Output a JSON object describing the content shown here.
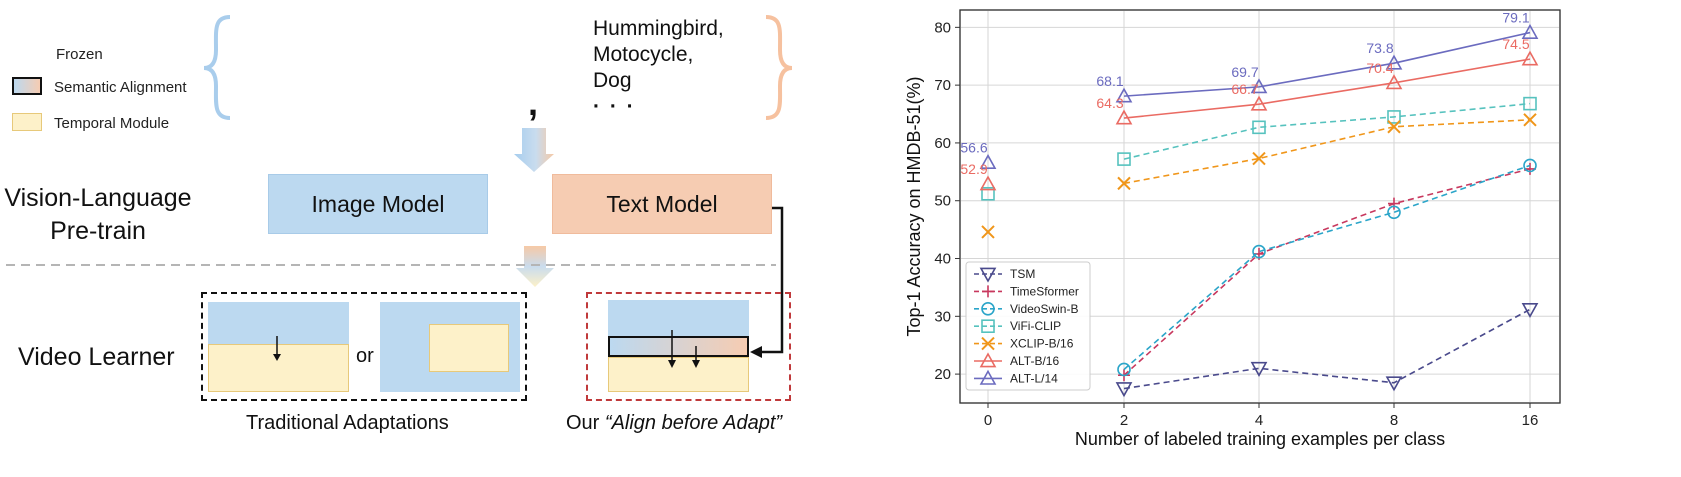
{
  "diagram": {
    "legend": {
      "frozen": "Frozen",
      "semantic_alignment": "Semantic Alignment",
      "temporal_module": "Temporal Module"
    },
    "class_names": [
      "Hummingbird,",
      "Motocycle,",
      "Dog",
      "· · ·"
    ],
    "comma": ",",
    "stage_pretrain": [
      "Vision-Language",
      "Pre-train"
    ],
    "stage_video": "Video Learner",
    "image_model": "Image Model",
    "text_model": "Text Model",
    "or_label": "or",
    "traditional_caption": "Traditional Adaptations",
    "ours_caption_prefix": "Our ",
    "ours_caption_quote": "“Align before Adapt”",
    "colors": {
      "frozen_blue": "#bcd9f0",
      "text_orange": "#f6ccb2",
      "temporal_yellow": "#fdf1c9",
      "red_dash": "#c0393b"
    }
  },
  "chart_data": {
    "type": "line",
    "xlabel": "Number of labeled training examples per class",
    "ylabel": "Top-1 Accuracy on HMDB-51(%)",
    "x_ticks": [
      "0",
      "2",
      "4",
      "8",
      "16"
    ],
    "y_ticks": [
      "20",
      "30",
      "40",
      "50",
      "60",
      "70",
      "80"
    ],
    "ylim": [
      15,
      83
    ],
    "grid": true,
    "legend_position": "bottom-left",
    "series": [
      {
        "name": "TSM",
        "color": "#4a4a8c",
        "marker": "tri-down",
        "dash": true,
        "points": [
          [
            2,
            17.5
          ],
          [
            4,
            21
          ],
          [
            8,
            18.5
          ],
          [
            16,
            31.2
          ]
        ]
      },
      {
        "name": "TimeSformer",
        "color": "#c8385e",
        "marker": "plus",
        "dash": true,
        "points": [
          [
            2,
            19.8
          ],
          [
            4,
            40.8
          ],
          [
            8,
            49.5
          ],
          [
            16,
            55.5
          ]
        ]
      },
      {
        "name": "VideoSwin-B",
        "color": "#2ba5c9",
        "marker": "circle",
        "dash": true,
        "points": [
          [
            2,
            20.8
          ],
          [
            4,
            41.2
          ],
          [
            8,
            48
          ],
          [
            16,
            56.1
          ]
        ]
      },
      {
        "name": "ViFi-CLIP",
        "color": "#56c2be",
        "marker": "square",
        "dash": true,
        "points": [
          [
            0,
            51.2
          ],
          [
            2,
            57.2
          ],
          [
            4,
            62.7
          ],
          [
            8,
            64.5
          ],
          [
            16,
            66.8
          ]
        ]
      },
      {
        "name": "XCLIP-B/16",
        "color": "#f0961a",
        "marker": "x",
        "dash": true,
        "points": [
          [
            0,
            44.6
          ],
          [
            2,
            53
          ],
          [
            4,
            57.3
          ],
          [
            8,
            62.8
          ],
          [
            16,
            64
          ]
        ]
      },
      {
        "name": "ALT-B/16",
        "color": "#ea6b63",
        "marker": "tri-up",
        "dash": false,
        "points": [
          [
            0,
            52.9
          ],
          [
            2,
            64.3
          ],
          [
            4,
            66.7
          ],
          [
            8,
            70.4
          ],
          [
            16,
            74.5
          ]
        ]
      },
      {
        "name": "ALT-L/14",
        "color": "#6b6bbf",
        "marker": "tri-up",
        "dash": false,
        "points": [
          [
            0,
            56.6
          ],
          [
            2,
            68.1
          ],
          [
            4,
            69.7
          ],
          [
            8,
            73.8
          ],
          [
            16,
            79.1
          ]
        ]
      }
    ],
    "annotations": [
      {
        "text": "56.6",
        "x": 0,
        "y": 56.6,
        "series": "ALT-L/14"
      },
      {
        "text": "52.9",
        "x": 0,
        "y": 52.9,
        "series": "ALT-B/16"
      },
      {
        "text": "68.1",
        "x": 2,
        "y": 68.1,
        "series": "ALT-L/14"
      },
      {
        "text": "64.3",
        "x": 2,
        "y": 64.3,
        "series": "ALT-B/16"
      },
      {
        "text": "69.7",
        "x": 4,
        "y": 69.7,
        "series": "ALT-L/14"
      },
      {
        "text": "66.7",
        "x": 4,
        "y": 66.7,
        "series": "ALT-B/16"
      },
      {
        "text": "73.8",
        "x": 8,
        "y": 73.8,
        "series": "ALT-L/14"
      },
      {
        "text": "70.4",
        "x": 8,
        "y": 70.4,
        "series": "ALT-B/16"
      },
      {
        "text": "79.1",
        "x": 16,
        "y": 79.1,
        "series": "ALT-L/14"
      },
      {
        "text": "74.5",
        "x": 16,
        "y": 74.5,
        "series": "ALT-B/16"
      }
    ]
  }
}
